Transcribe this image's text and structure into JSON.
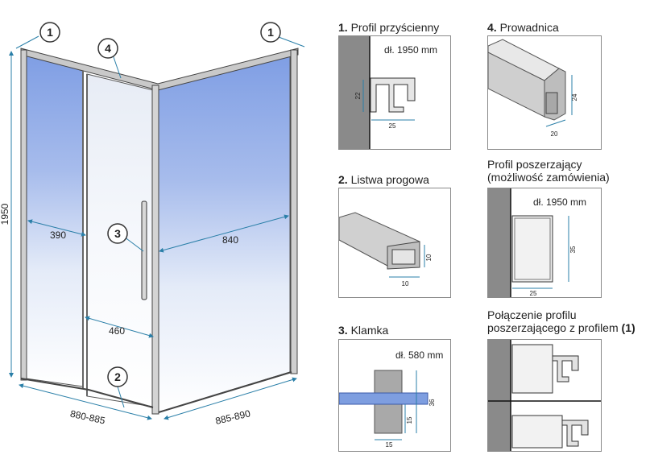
{
  "main_drawing": {
    "callouts": [
      "1",
      "4",
      "1",
      "3",
      "2"
    ],
    "dims": {
      "height": "1950",
      "left_panel": "390",
      "right_panel": "840",
      "door_offset": "460",
      "front_width": "880-885",
      "side_width": "885-890"
    }
  },
  "details": [
    {
      "num": "1.",
      "title": "Profil przyścienny",
      "note": "dł. 1950 mm",
      "dims": [
        "22",
        "25"
      ]
    },
    {
      "num": "2.",
      "title": "Listwa progowa",
      "dims": [
        "10",
        "10"
      ]
    },
    {
      "num": "3.",
      "title": "Klamka",
      "note": "dł. 580 mm",
      "dims": [
        "36",
        "15",
        "15"
      ]
    },
    {
      "num": "4.",
      "title": "Prowadnica",
      "dims": [
        "24",
        "20"
      ]
    },
    {
      "title_lines": [
        "Profil poszerzający",
        "(możliwość zamówienia)"
      ],
      "note": "dł. 1950 mm",
      "dims": [
        "35",
        "25"
      ]
    },
    {
      "title_lines": [
        "Połączenie profilu",
        "poszerzającego z profilem"
      ],
      "title_suffix": "(1)"
    }
  ],
  "colors": {
    "glass": "#8fa9e6",
    "frame": "#b9b9b9",
    "stroke": "#333333",
    "wall": "#8a8a8a",
    "handle_glass": "#7e9ee0",
    "accent_dim": "#2a7fa8"
  }
}
